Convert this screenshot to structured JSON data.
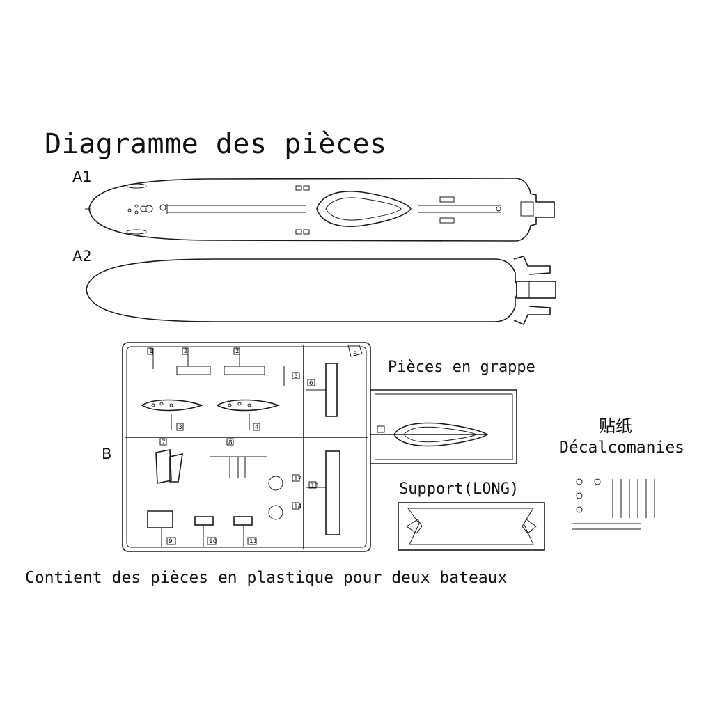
{
  "title": "Diagramme des pièces",
  "parts": {
    "a1_label": "A1",
    "a2_label": "A2",
    "b_label": "B",
    "sprue_label": "Pièces en grappe",
    "support_label": "Support(LONG)",
    "decal_label_cn": "贴纸",
    "decal_label_fr": "Décalcomanies",
    "frame_letter": "B"
  },
  "sprue_numbers": [
    "1",
    "2",
    "2",
    "3",
    "4",
    "5",
    "6",
    "7",
    "8",
    "9",
    "10",
    "11",
    "12",
    "13",
    "14"
  ],
  "footer": "Contient des pièces en plastique pour deux bateaux"
}
